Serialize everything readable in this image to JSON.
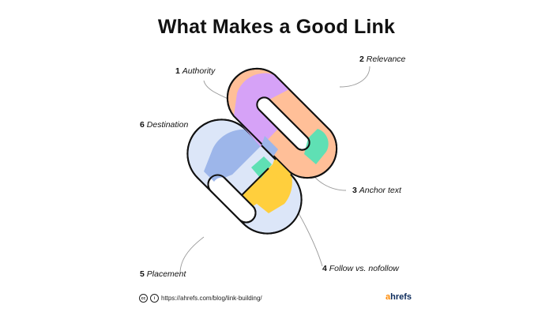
{
  "title": "What Makes a Good Link",
  "labels": [
    {
      "num": "1",
      "text": "Authority"
    },
    {
      "num": "2",
      "text": "Relevance"
    },
    {
      "num": "3",
      "text": "Anchor text"
    },
    {
      "num": "4",
      "text": "Follow vs. nofollow"
    },
    {
      "num": "5",
      "text": "Placement"
    },
    {
      "num": "6",
      "text": "Destination"
    }
  ],
  "footer": {
    "cc_mark": "cc",
    "cc_mark2": "i",
    "url": "https://ahrefs.com/blog/link-building/"
  },
  "brand": {
    "first": "a",
    "rest": "hrefs"
  },
  "colors": {
    "authority": "#d6a2f7",
    "relevance": "#ffbf98",
    "anchor_text": "#5fe0b4",
    "follow": "#ffcf3d",
    "placement": "#dce6f8",
    "destination": "#9db6ea",
    "outline": "#111111",
    "brand": "#0b2a5b",
    "brand_accent": "#ff8800"
  }
}
